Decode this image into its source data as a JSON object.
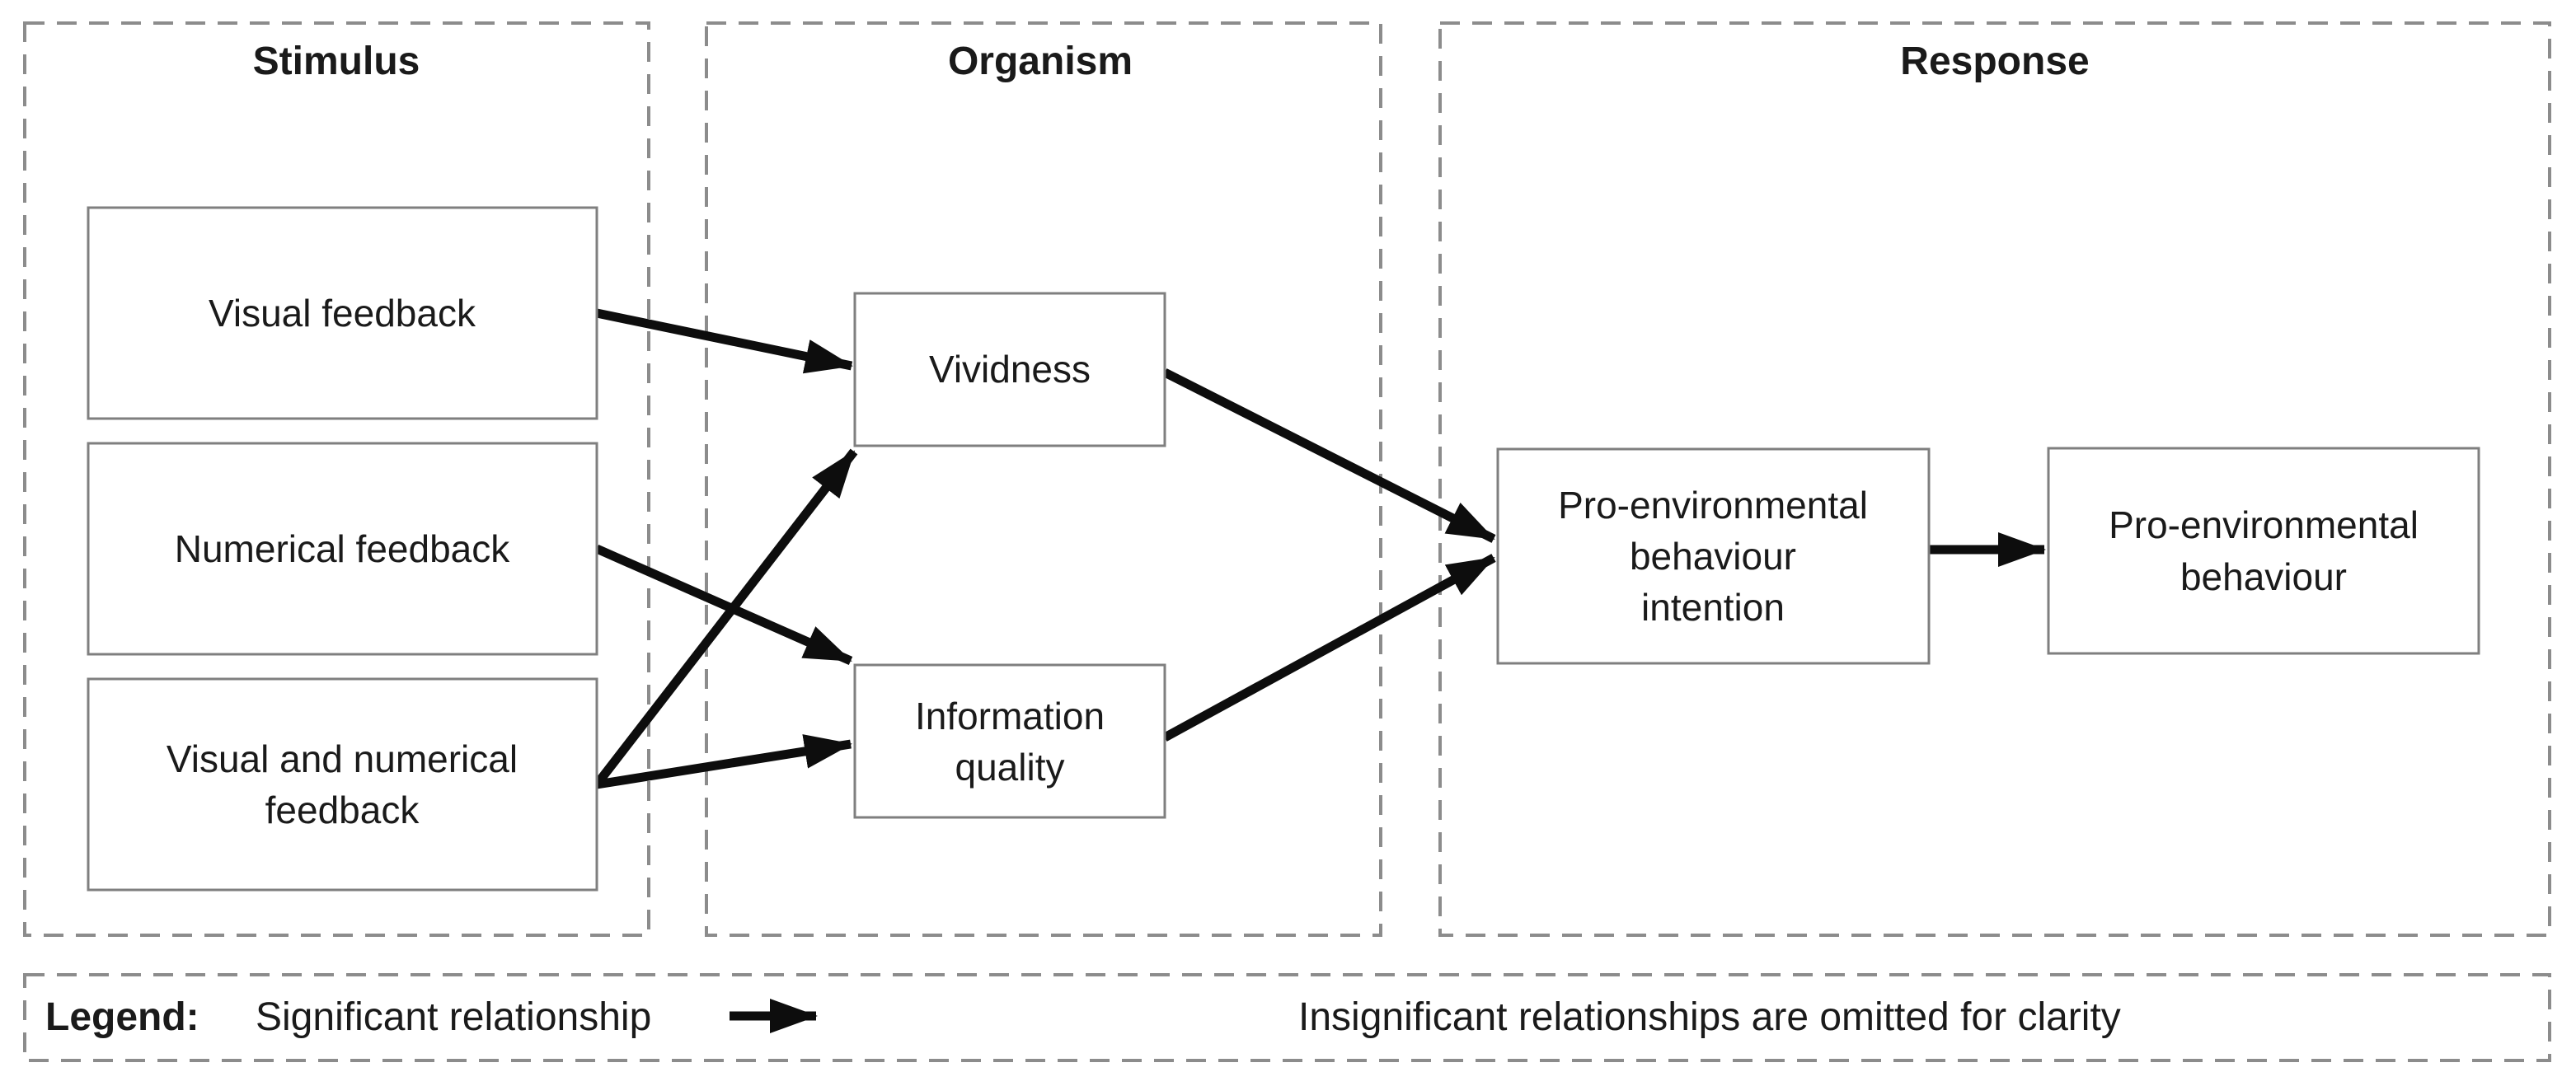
{
  "figure": {
    "sections": {
      "stimulus": {
        "title": "Stimulus"
      },
      "organism": {
        "title": "Organism"
      },
      "response": {
        "title": "Response"
      }
    },
    "nodes": {
      "visual_feedback": {
        "label": "Visual feedback"
      },
      "numerical_feedback": {
        "label": "Numerical feedback"
      },
      "visual_numerical_feedback": {
        "line1": "Visual and numerical",
        "line2": "feedback"
      },
      "vividness": {
        "label": "Vividness"
      },
      "information_quality": {
        "line1": "Information",
        "line2": "quality"
      },
      "pro_environmental_behaviour_intention": {
        "line1": "Pro-environmental",
        "line2": "behaviour",
        "line3": "intention"
      },
      "pro_environmental_behaviour": {
        "line1": "Pro-environmental",
        "line2": "behaviour"
      }
    },
    "edges": [
      {
        "from": "Visual feedback",
        "to": "Vividness",
        "type": "significant"
      },
      {
        "from": "Numerical feedback",
        "to": "Information quality",
        "type": "significant"
      },
      {
        "from": "Visual and numerical feedback",
        "to": "Vividness",
        "type": "significant"
      },
      {
        "from": "Visual and numerical feedback",
        "to": "Information quality",
        "type": "significant"
      },
      {
        "from": "Vividness",
        "to": "Pro-environmental behaviour intention",
        "type": "significant"
      },
      {
        "from": "Information quality",
        "to": "Pro-environmental behaviour intention",
        "type": "significant"
      },
      {
        "from": "Pro-environmental behaviour intention",
        "to": "Pro-environmental behaviour",
        "type": "significant"
      }
    ],
    "legend": {
      "label": "Legend:",
      "significant_label": "Significant relationship",
      "note": "Insignificant relationships are omitted for clarity"
    },
    "colors": {
      "background": "#ffffff",
      "node_border": "#7f7f7f",
      "frame_border": "#8c8c8c",
      "arrow": "#0d0d0d",
      "text": "#1a1a1a"
    }
  }
}
